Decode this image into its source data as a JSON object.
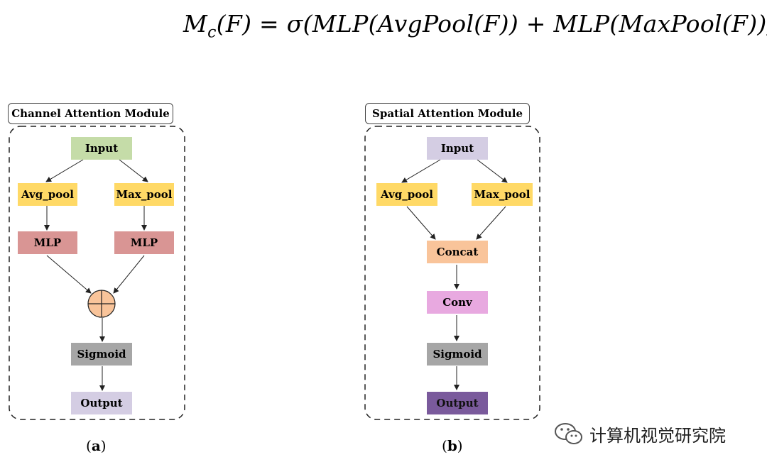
{
  "formula": {
    "lhs": "M",
    "lhs_sub": "c",
    "lhs_arg": "(F) = σ(MLP(AvgPool(F)) + MLP(MaxPool(F)))"
  },
  "panel_a": {
    "title": "Channel Attention Module",
    "input": "Input",
    "avg_pool": "Avg_pool",
    "max_pool": "Max_pool",
    "mlp_left": "MLP",
    "mlp_right": "MLP",
    "sigmoid": "Sigmoid",
    "output": "Output",
    "caption_open": "(",
    "caption_letter": "a",
    "caption_close": ")"
  },
  "panel_b": {
    "title": "Spatial Attention Module",
    "input": "Input",
    "avg_pool": "Avg_pool",
    "max_pool": "Max_pool",
    "concat": "Concat",
    "conv": "Conv",
    "sigmoid": "Sigmoid",
    "output": "Output",
    "caption_open": "(",
    "caption_letter": "b",
    "caption_close": ")"
  },
  "watermark": {
    "text": "计算机视觉研究院",
    "icon": "wechat-icon"
  },
  "colors": {
    "input_a": "#c5dca8",
    "pool": "#ffd966",
    "mlp": "#d99594",
    "add_circle": "#f9c49a",
    "sigmoid": "#a6a6a6",
    "output_a": "#d4cde3",
    "input_b": "#d4cde3",
    "concat": "#f9c49a",
    "conv": "#e8a9e0",
    "output_b": "#7a5a9c"
  }
}
